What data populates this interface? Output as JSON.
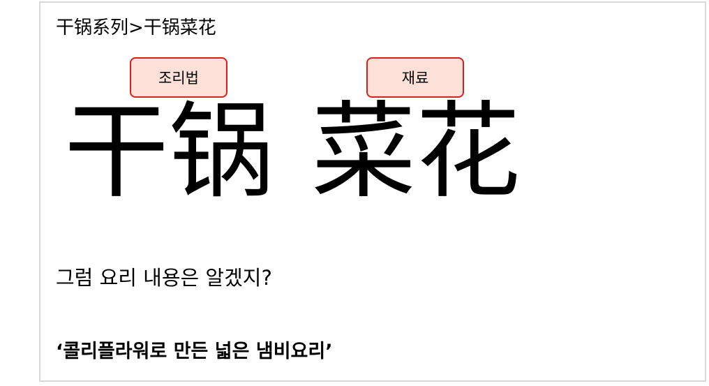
{
  "breadcrumb": "干锅系列>干锅菜花",
  "tags": {
    "recipe_label": "조리법",
    "ingredients_label": "재료"
  },
  "title": {
    "word1": "干锅",
    "word2": "菜花"
  },
  "question": "그럼 요리 내용은 알겠지?",
  "dish_name": "‘콜리플라워로 만든 넓은 냄비요리’",
  "colors": {
    "tag_border": "#d62020",
    "tag_fill": "#fde1d8",
    "frame_border": "#d9d9d9"
  }
}
